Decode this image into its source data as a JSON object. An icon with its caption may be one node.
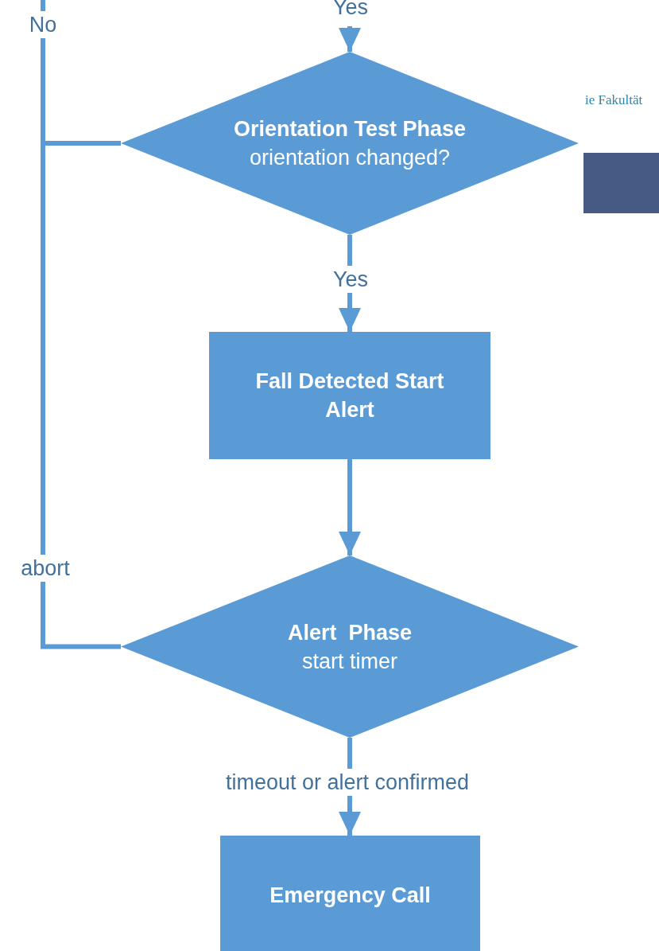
{
  "diagram": {
    "nodes": [
      {
        "text": [
          "Orientation Test Phase",
          "orientation changed?"
        ]
      },
      {
        "text": [
          "Fall Detected Start Alert"
        ]
      },
      {
        "text": [
          "Alert  Phase",
          "start timer"
        ]
      },
      {
        "text": [
          "Emergency Call"
        ]
      }
    ],
    "edges": [
      {
        "from": null,
        "to": 0,
        "arrow": "to",
        "label": "Yes"
      },
      {
        "from": 0,
        "to": null,
        "arrow": "none",
        "label": "No"
      },
      {
        "from": 0,
        "to": 1,
        "arrow": "to",
        "label": "Yes"
      },
      {
        "from": 1,
        "to": 2,
        "arrow": "to"
      },
      {
        "from": 2,
        "to": null,
        "arrow": "none",
        "label": "abort"
      },
      {
        "from": 2,
        "to": 3,
        "arrow": "to",
        "label": "timeout or alert confirmed"
      }
    ],
    "labels": [
      "ie Fakultät"
    ]
  }
}
